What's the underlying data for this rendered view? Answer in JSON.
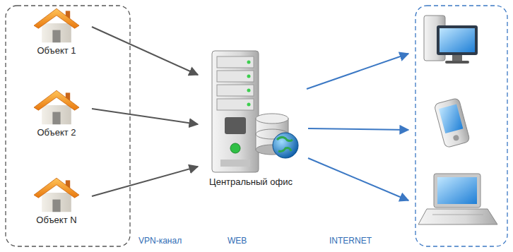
{
  "diagram": {
    "nodes": [
      {
        "text": [
          "Объект 1"
        ]
      },
      {
        "text": [
          "Объект 2"
        ]
      },
      {
        "text": [
          "Объект N"
        ]
      },
      {
        "text": [
          "Центральный офис"
        ]
      }
    ],
    "edges": [
      {
        "from": 0,
        "to": 3,
        "arrow": "to"
      },
      {
        "from": 1,
        "to": 3,
        "arrow": "to"
      },
      {
        "from": 2,
        "to": 3,
        "arrow": "to"
      }
    ],
    "labels": [
      "VPN-канал",
      "WEB",
      "INTERNET"
    ]
  }
}
